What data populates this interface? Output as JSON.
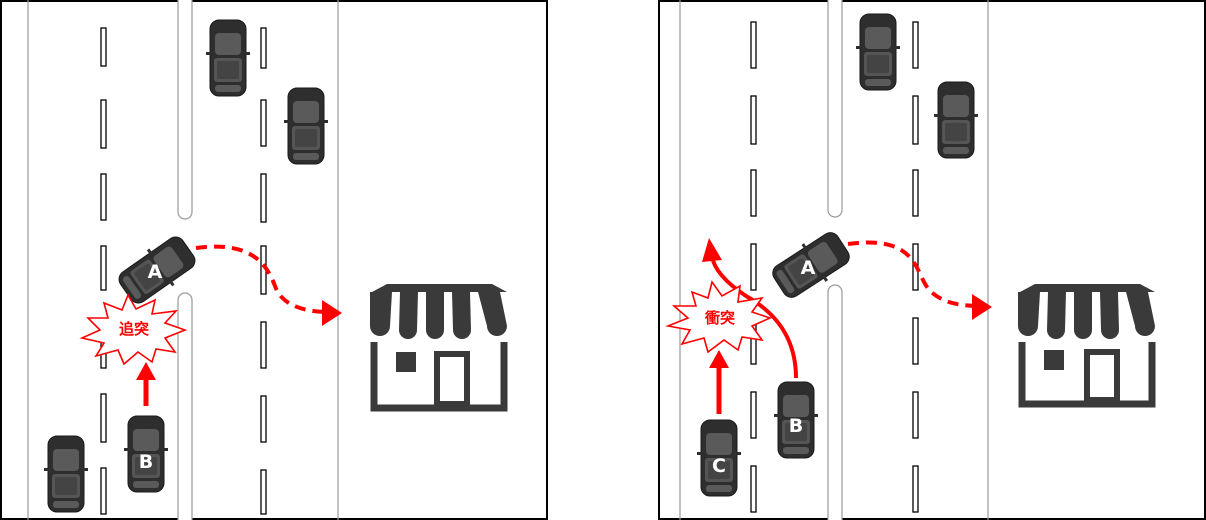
{
  "colors": {
    "arrow": "#ff0000",
    "car_body": "#2e2e2e",
    "car_roof": "#555555",
    "store": "#3a3a3a",
    "frame": "#000000",
    "lane_line": "#9a9a9a"
  },
  "icons": [
    "car-icon",
    "store-icon",
    "collision-burst-icon",
    "arrow-icon"
  ],
  "panels": [
    {
      "id": "left",
      "collision_label": "追突",
      "cars": [
        {
          "label": "A"
        },
        {
          "label": "B"
        }
      ]
    },
    {
      "id": "right",
      "collision_label": "衝突",
      "cars": [
        {
          "label": "A"
        },
        {
          "label": "B"
        },
        {
          "label": "C"
        }
      ]
    }
  ]
}
